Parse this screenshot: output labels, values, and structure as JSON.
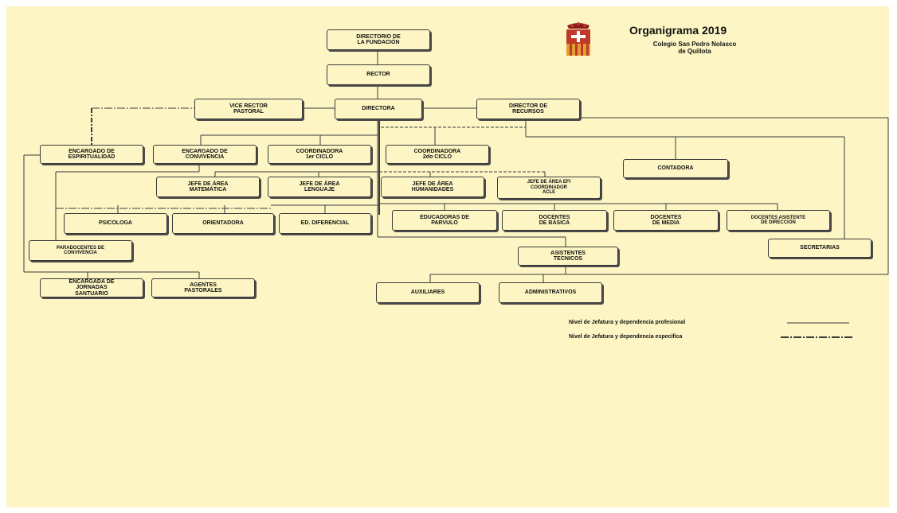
{
  "header": {
    "title": "Organigrama 2019",
    "school_line1": "Colegio San Pedro Nolasco",
    "school_line2": "de Quillota"
  },
  "colors": {
    "background": "#fdf6c4",
    "line": "#3a3a3a",
    "crest_red": "#c0392b",
    "crest_gold": "#e0a030"
  },
  "boxes": {
    "directorio": "DIRECTORIO DE\nLA FUNDACIÓN",
    "rector": "RECTOR",
    "vice_rector": "VICE RECTOR\nPASTORAL",
    "directora": "DIRECTORA",
    "director_recursos": "DIRECTOR DE\nRECURSOS",
    "encargado_espiritualidad": "ENCARGADO DE\nESPIRITUALIDAD",
    "encargado_convivencia": "ENCARGADO DE\nCONVIVENCIA",
    "coordinadora_1": "COORDINADORA\n1er CICLO",
    "coordinadora_2": "COORDINADORA\n2do CICLO",
    "contadora": "CONTADORA",
    "jefe_matematica": "JEFE DE ÁREA\nMATEMÁTICA",
    "jefe_lenguaje": "JEFE DE ÁREA\nLENGUAJE",
    "jefe_humanidades": "JEFE DE ÁREA\nHUMANIDADES",
    "jefe_efi": "JEFE DE ÁREA  EFI\nCOORDINADOR\nACLE",
    "psicologa": "PSICOLOGA",
    "orientadora": "ORIENTADORA",
    "ed_diferencial": "ED. DIFERENCIAL",
    "educadoras": "EDUCADORAS DE\nPARVULO",
    "docentes_basica": "DOCENTES\nDE BÁSICA",
    "docentes_media": "DOCENTES\nDE MEDIA",
    "docentes_asistente": "DOCENTES ASISTENTE\nDE DIRECCIÓN",
    "paradocentes": "PARADOCENTES DE\nCONVIVENCIA",
    "asistentes_tecnicos": "ASISTENTES\nTECNICOS",
    "secretarias": "SECRETARIAS",
    "encargada_jornadas": "ENCARGADA DE\nJORNADAS\nSANTUARIO",
    "agentes_pastorales": "AGENTES\nPASTORALES",
    "auxiliares": "AUXILIARES",
    "administrativos": "ADMINISTRATIVOS"
  },
  "legend": {
    "profesional": "Nivel de Jefatura y dependencia profesional",
    "especifica": "Nivel de Jefatura y dependencia específica"
  }
}
